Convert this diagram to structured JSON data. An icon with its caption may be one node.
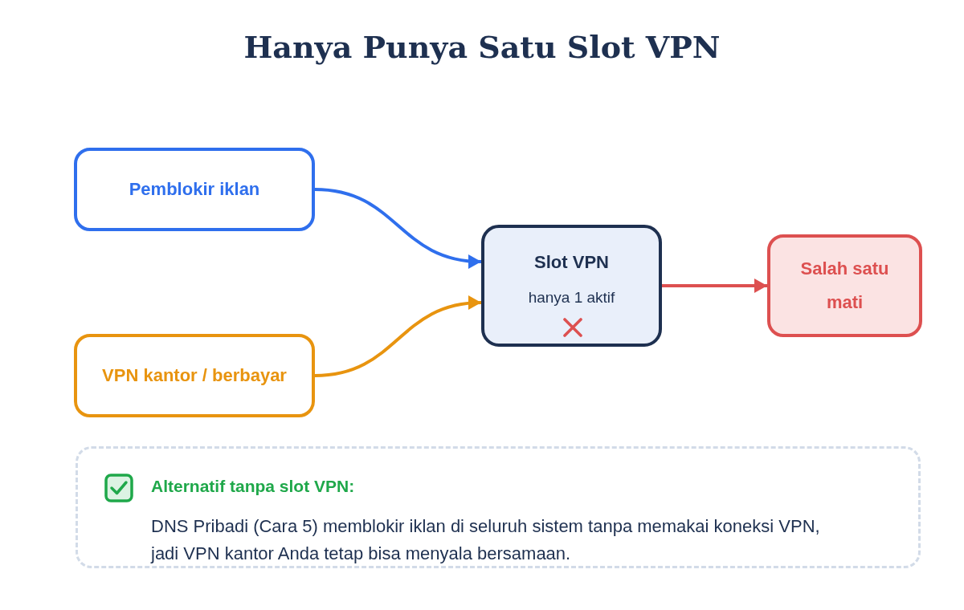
{
  "diagram": {
    "title": "Hanya Punya Satu Slot VPN",
    "nodes": [
      {
        "text": [
          "Pemblokir iklan"
        ]
      },
      {
        "text": [
          "VPN kantor / berbayar"
        ]
      },
      {
        "text": [
          "Slot VPN",
          "hanya 1 aktif"
        ]
      },
      {
        "text": [
          "Salah satu mati"
        ]
      },
      {
        "text": [
          "Alternatif tanpa slot VPN:",
          "DNS Pribadi (Cara 5) memblokir iklan di seluruh sistem tanpa memakai koneksi VPN, jadi VPN kantor Anda tetap bisa menyala bersamaan."
        ]
      }
    ],
    "edges": [
      {
        "from": 0,
        "to": 2,
        "arrow": "to",
        "color": "#2f6fed"
      },
      {
        "from": 1,
        "to": 2,
        "arrow": "to",
        "color": "#e8940f"
      },
      {
        "from": 2,
        "to": 3,
        "arrow": "to",
        "color": "#dd5050"
      }
    ]
  }
}
